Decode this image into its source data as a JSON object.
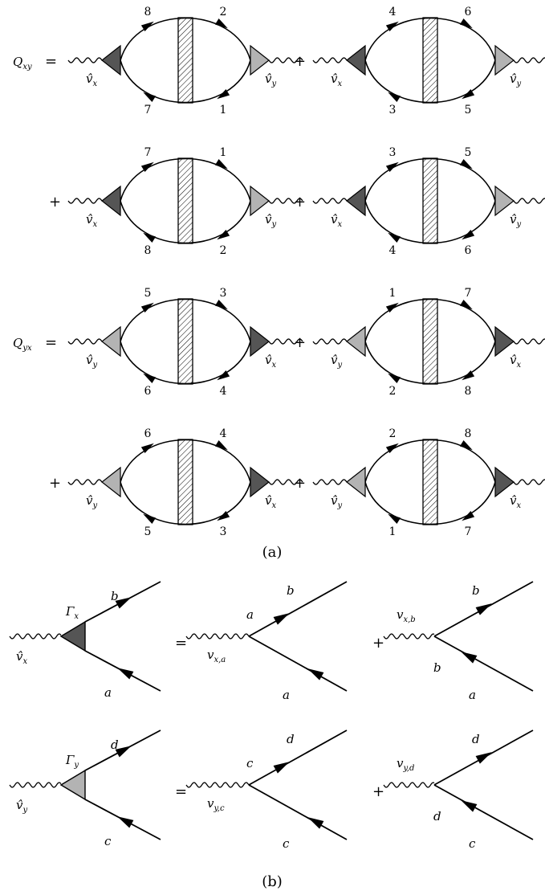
{
  "symbols": {
    "equals": "=",
    "plus": "+"
  },
  "panel_a": {
    "caption": "(a)",
    "Qxy_label": "Q",
    "Qxy_sub": "xy",
    "Qyx_label": "Q",
    "Qyx_sub": "yx",
    "diagrams": [
      {
        "left": "v̂",
        "left_sub": "x",
        "right": "v̂",
        "right_sub": "y",
        "top_left": "8",
        "top_right": "2",
        "bottom_left": "7",
        "bottom_right": "1",
        "left_color": "dark",
        "right_color": "light"
      },
      {
        "left": "v̂",
        "left_sub": "x",
        "right": "v̂",
        "right_sub": "y",
        "top_left": "4",
        "top_right": "6",
        "bottom_left": "3",
        "bottom_right": "5",
        "left_color": "dark",
        "right_color": "light"
      },
      {
        "left": "v̂",
        "left_sub": "x",
        "right": "v̂",
        "right_sub": "y",
        "top_left": "7",
        "top_right": "1",
        "bottom_left": "8",
        "bottom_right": "2",
        "left_color": "dark",
        "right_color": "light"
      },
      {
        "left": "v̂",
        "left_sub": "x",
        "right": "v̂",
        "right_sub": "y",
        "top_left": "3",
        "top_right": "5",
        "bottom_left": "4",
        "bottom_right": "6",
        "left_color": "dark",
        "right_color": "light"
      },
      {
        "left": "v̂",
        "left_sub": "y",
        "right": "v̂",
        "right_sub": "x",
        "top_left": "5",
        "top_right": "3",
        "bottom_left": "6",
        "bottom_right": "4",
        "left_color": "light",
        "right_color": "dark"
      },
      {
        "left": "v̂",
        "left_sub": "y",
        "right": "v̂",
        "right_sub": "x",
        "top_left": "1",
        "top_right": "7",
        "bottom_left": "2",
        "bottom_right": "8",
        "left_color": "light",
        "right_color": "dark"
      },
      {
        "left": "v̂",
        "left_sub": "y",
        "right": "v̂",
        "right_sub": "x",
        "top_left": "6",
        "top_right": "4",
        "bottom_left": "5",
        "bottom_right": "3",
        "left_color": "light",
        "right_color": "dark"
      },
      {
        "left": "v̂",
        "left_sub": "y",
        "right": "v̂",
        "right_sub": "x",
        "top_left": "2",
        "top_right": "8",
        "bottom_left": "1",
        "bottom_right": "7",
        "left_color": "light",
        "right_color": "dark"
      }
    ]
  },
  "panel_b": {
    "caption": "(b)",
    "rows": [
      {
        "gamma": "Γ",
        "gamma_sub": "x",
        "ext": "v̂",
        "ext_sub": "x",
        "out_label": "b",
        "in_label": "a",
        "v2": "v",
        "v2_sub": "x,a",
        "v3": "v",
        "v3_sub": "x,b",
        "vertex_color": "dark"
      },
      {
        "gamma": "Γ",
        "gamma_sub": "y",
        "ext": "v̂",
        "ext_sub": "y",
        "out_label": "d",
        "in_label": "c",
        "v2": "v",
        "v2_sub": "y,c",
        "v3": "v",
        "v3_sub": "y,d",
        "vertex_color": "light"
      }
    ]
  },
  "colors": {
    "dark": "#555555",
    "light": "#b3b3b3",
    "line": "#000000",
    "background": "#ffffff"
  }
}
